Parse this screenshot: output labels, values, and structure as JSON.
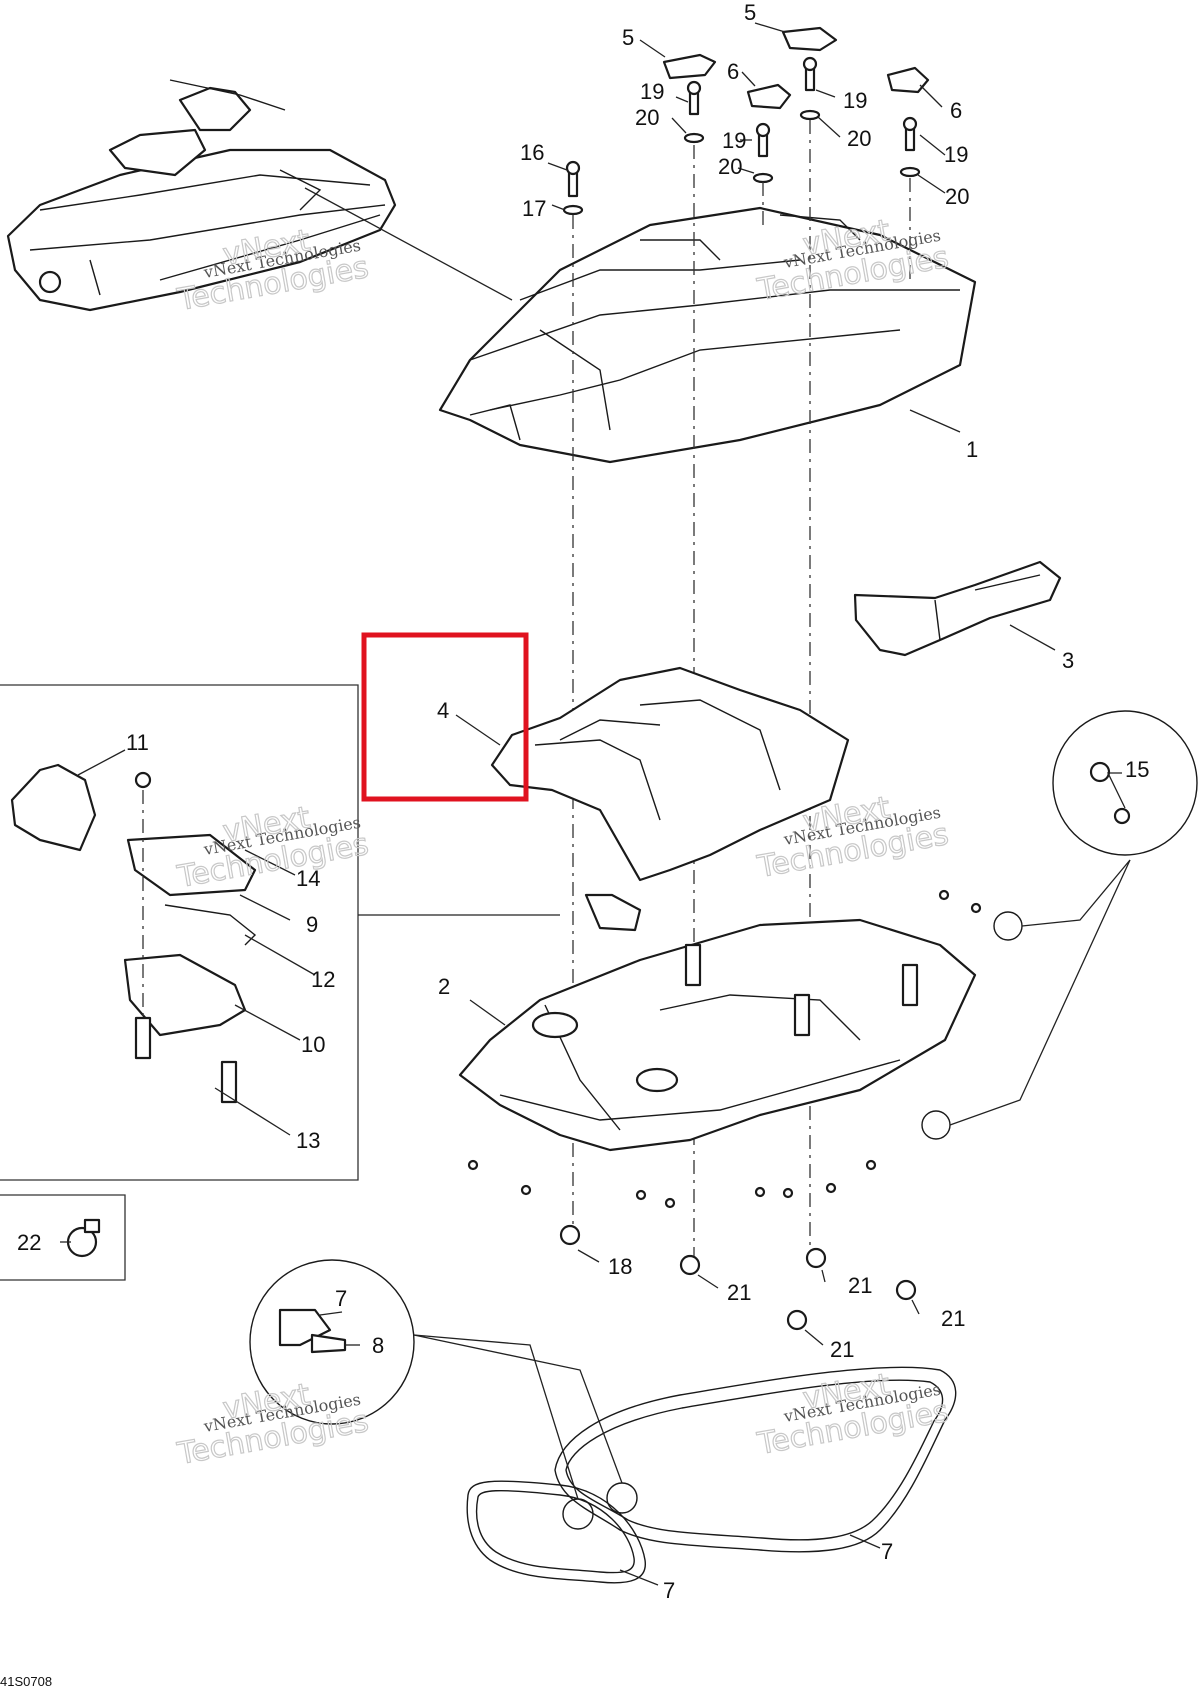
{
  "diagram": {
    "figure_code": "41S0708",
    "watermark": {
      "line1": "vNext Technologies",
      "line2": "vNext",
      "line3": "Technologies"
    },
    "highlight_color": "#e0121f",
    "callouts": [
      {
        "id": "c1",
        "label": "1"
      },
      {
        "id": "c2",
        "label": "2"
      },
      {
        "id": "c3",
        "label": "3"
      },
      {
        "id": "c4",
        "label": "4"
      },
      {
        "id": "c5a",
        "label": "5"
      },
      {
        "id": "c5b",
        "label": "5"
      },
      {
        "id": "c6a",
        "label": "6"
      },
      {
        "id": "c6b",
        "label": "6"
      },
      {
        "id": "c7a",
        "label": "7"
      },
      {
        "id": "c7b",
        "label": "7"
      },
      {
        "id": "c7c",
        "label": "7"
      },
      {
        "id": "c8",
        "label": "8"
      },
      {
        "id": "c9",
        "label": "9"
      },
      {
        "id": "c10",
        "label": "10"
      },
      {
        "id": "c11",
        "label": "11"
      },
      {
        "id": "c12",
        "label": "12"
      },
      {
        "id": "c13",
        "label": "13"
      },
      {
        "id": "c14",
        "label": "14"
      },
      {
        "id": "c15",
        "label": "15"
      },
      {
        "id": "c16",
        "label": "16"
      },
      {
        "id": "c17",
        "label": "17"
      },
      {
        "id": "c18",
        "label": "18"
      },
      {
        "id": "c19a",
        "label": "19"
      },
      {
        "id": "c19b",
        "label": "19"
      },
      {
        "id": "c19c",
        "label": "19"
      },
      {
        "id": "c19d",
        "label": "19"
      },
      {
        "id": "c20a",
        "label": "20"
      },
      {
        "id": "c20b",
        "label": "20"
      },
      {
        "id": "c20c",
        "label": "20"
      },
      {
        "id": "c20d",
        "label": "20"
      },
      {
        "id": "c21a",
        "label": "21"
      },
      {
        "id": "c21b",
        "label": "21"
      },
      {
        "id": "c21c",
        "label": "21"
      },
      {
        "id": "c21d",
        "label": "21"
      },
      {
        "id": "c22",
        "label": "22"
      }
    ]
  }
}
